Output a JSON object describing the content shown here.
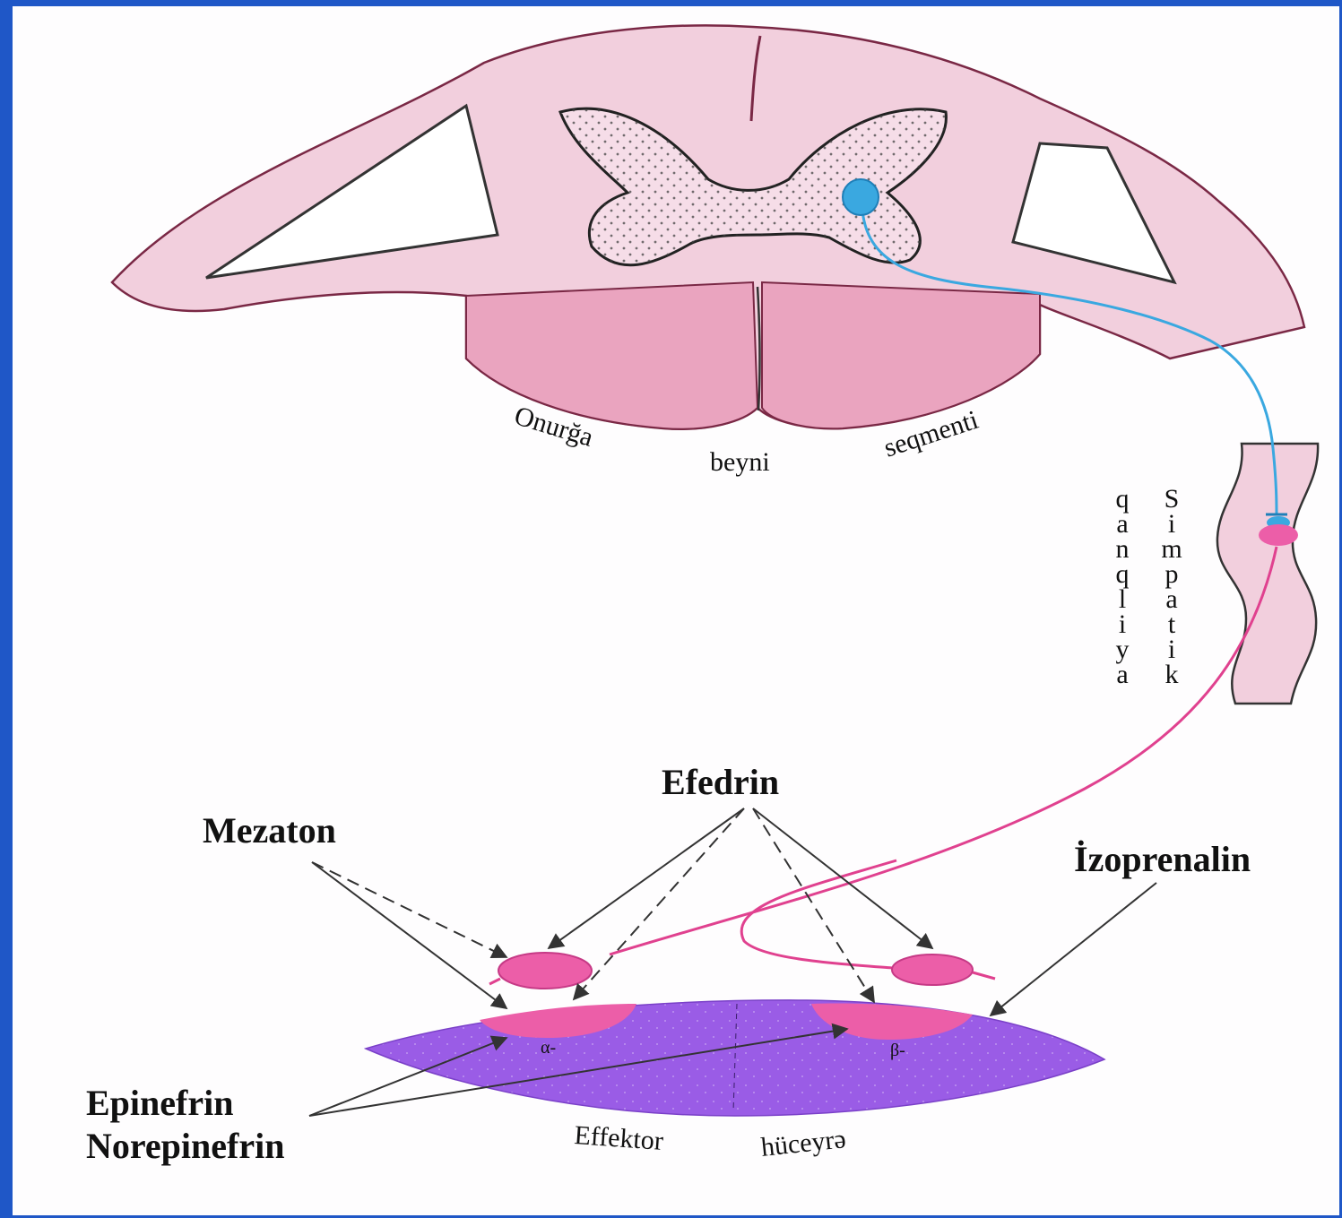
{
  "labels": {
    "spinal_segment": [
      "Onurğa",
      "beyni",
      "seqmenti"
    ],
    "ganglion": [
      "Simpatik",
      "qanqliya"
    ],
    "effector_cell": [
      "Effektor",
      "hüceyrə"
    ],
    "efedrin": "Efedrin",
    "mezaton": "Mezaton",
    "izoprenalin": "İzoprenalin",
    "epinefrin": "Epinefrin",
    "norepinefrin": "Norepinefrin",
    "receptor_alpha": "α-",
    "receptor_beta": "β-"
  },
  "colors": {
    "frame": "#1f57c7",
    "spinal_light": "#f2cfdd",
    "spinal_dark": "#eaa4bf",
    "grey_matter": "#f6dde8",
    "preganglionic": "#3aa8e0",
    "postganglionic": "#e0418f",
    "effector": "#9a5ce6",
    "receptor": "#ec5ea8"
  }
}
